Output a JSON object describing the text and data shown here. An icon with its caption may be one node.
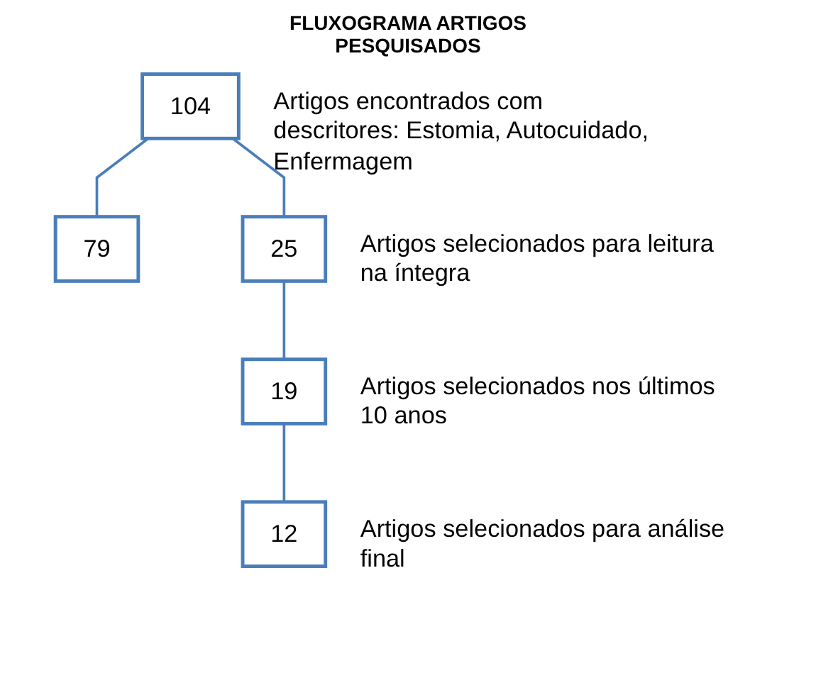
{
  "diagram": {
    "title": "FLUXOGRAMA ARTIGOS PESQUISADOS",
    "nodes": [
      {
        "text": [
          "104"
        ],
        "beside": [
          "Artigos encontrados  com descritores: Estomia, Autocuidado, Enfermagem"
        ]
      },
      {
        "text": [
          "79"
        ]
      },
      {
        "text": [
          "25"
        ],
        "beside": [
          "Artigos selecionados para leitura na íntegra"
        ]
      },
      {
        "text": [
          "19"
        ],
        "beside": [
          "Artigos selecionados nos últimos 10 anos"
        ]
      },
      {
        "text": [
          "12"
        ],
        "beside": [
          "Artigos selecionados para análise final"
        ]
      }
    ],
    "edges": [
      {
        "from": 0,
        "to": 1,
        "arrow": "none"
      },
      {
        "from": 0,
        "to": 2,
        "arrow": "none"
      },
      {
        "from": 2,
        "to": 3,
        "arrow": "none"
      },
      {
        "from": 3,
        "to": 4,
        "arrow": "none"
      }
    ]
  }
}
